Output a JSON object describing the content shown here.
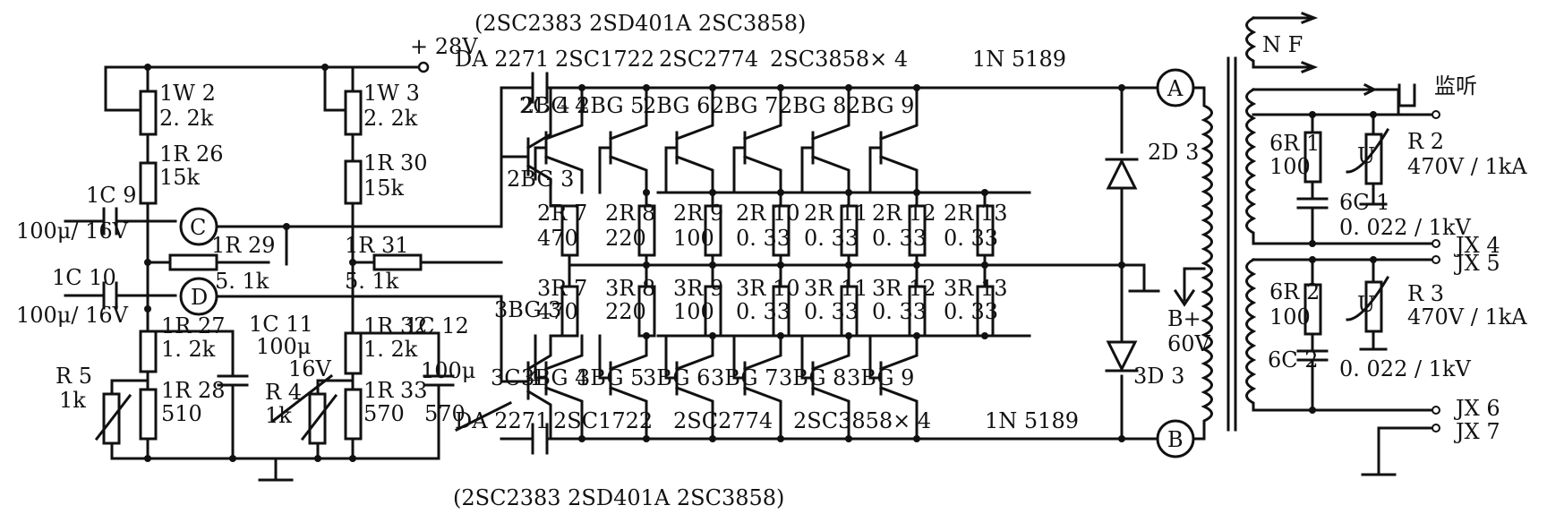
{
  "top_parts_note": "(2SC2383  2SD401A  2SC3858)",
  "bottom_parts_note": "(2SC2383  2SD401A  2SC3858)",
  "supply": "+ 28V",
  "top_row": {
    "da": "DA 2271",
    "t1": "2SC1722",
    "t2": "2SC2774",
    "t3": "2SC3858× 4",
    "diode": "1N 5189"
  },
  "bottom_row": {
    "da": "DA 2271",
    "t1": "2SC1722",
    "t2": "2SC2774",
    "t3": "2SC3858× 4",
    "diode": "1N 5189"
  },
  "left": {
    "iw2": "1W 2",
    "iw2v": "2. 2k",
    "iw3": "1W 3",
    "iw3v": "2. 2k",
    "r26": "1R 26",
    "r26v": "15k",
    "r30": "1R 30",
    "r30v": "15k",
    "c9": "1C 9",
    "c9v": "100μ/ 16V",
    "c10": "1C 10",
    "c10v": "100μ/ 16V",
    "r29": "1R 29",
    "r29v": "5. 1k",
    "r31": "1R 31",
    "r31v": "5. 1k",
    "r27": "1R 27",
    "r27v": "1. 2k",
    "r28": "1R 28",
    "r28v": "510",
    "r32": "1R 32",
    "r32v": "1. 2k",
    "r33": "1R 33",
    "r33v": "570",
    "c11": "1C 11",
    "c11v": "100μ",
    "c11vv": "16V",
    "c12": "1C 12",
    "c12v": "100μ",
    "c12vv": "570",
    "r5": "R 5",
    "r5v": "1k",
    "r4": "R 4",
    "r4v": "1k"
  },
  "nodes": {
    "a": "A",
    "b": "B",
    "c": "C",
    "d": "D"
  },
  "upper": {
    "c4": "2C 4",
    "bg3": "2BG 3",
    "bg": [
      "2BG 4",
      "2BG 5",
      "2BG 6",
      "2BG 7",
      "2BG 8",
      "2BG 9"
    ],
    "r": [
      {
        "n": "2R 7",
        "v": "470"
      },
      {
        "n": "2R 8",
        "v": "220"
      },
      {
        "n": "2R 9",
        "v": "100"
      },
      {
        "n": "2R 10",
        "v": "0. 33"
      },
      {
        "n": "2R 11",
        "v": "0. 33"
      },
      {
        "n": "2R 12",
        "v": "0. 33"
      },
      {
        "n": "2R 13",
        "v": "0. 33"
      }
    ]
  },
  "lower": {
    "c4": "3C 4",
    "bg3": "3BG 3",
    "bg": [
      "3BG 4",
      "3BG 5",
      "3BG 6",
      "3BG 7",
      "3BG 8",
      "3BG 9"
    ],
    "r": [
      {
        "n": "3R 7",
        "v": "470"
      },
      {
        "n": "3R 8",
        "v": "220"
      },
      {
        "n": "3R 9",
        "v": "100"
      },
      {
        "n": "3R 10",
        "v": "0. 33"
      },
      {
        "n": "3R 11",
        "v": "0. 33"
      },
      {
        "n": "3R 12",
        "v": "0. 33"
      },
      {
        "n": "3R 13",
        "v": "0. 33"
      }
    ]
  },
  "diodes": {
    "d2": "2D 3",
    "d3": "3D 3"
  },
  "bplus": "B+",
  "bplus_v": "60V",
  "right": {
    "nf": "N F",
    "monitor": "监听",
    "r1": "6R 1",
    "r1v": "100",
    "r2": "R 2",
    "r2v": "470V / 1kA",
    "c1": "6C 1",
    "c1v": "0. 022 / 1kV",
    "r3": "R 3",
    "r3v": "470V / 1kA",
    "r2b": "6R 2",
    "r2bv": "100",
    "c2": "6C 2",
    "c2v": "0. 022 / 1kV",
    "jx4": "JX 4",
    "jx5": "JX 5",
    "jx6": "JX 6",
    "jx7": "JX 7",
    "u": "U"
  }
}
